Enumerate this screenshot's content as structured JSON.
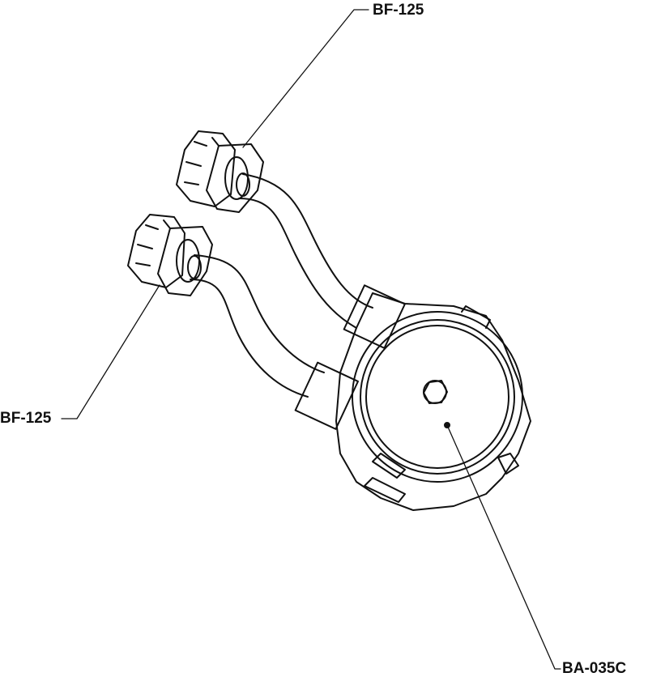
{
  "labels": {
    "top_connector": "BF-125",
    "left_connector": "BF-125",
    "pump": "BA-035C"
  },
  "colors": {
    "line": "#111111",
    "background": "#ffffff"
  }
}
